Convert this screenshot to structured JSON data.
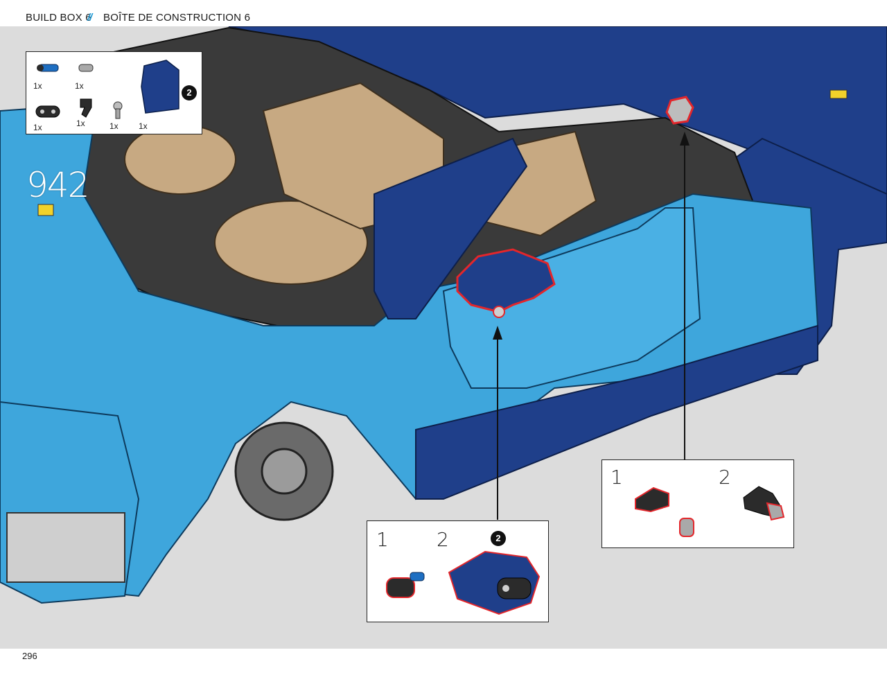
{
  "header": {
    "build_box_en": "BUILD BOX 6",
    "separator": "//",
    "build_box_fr": "BOÎTE DE CONSTRUCTION 6"
  },
  "step": {
    "number": "942"
  },
  "parts_list": {
    "items": [
      {
        "qty": "1x",
        "icon": "blue-axle-pin-icon"
      },
      {
        "qty": "1x",
        "icon": "gray-pin-icon"
      },
      {
        "qty": "1x",
        "icon": "black-liftarm-icon"
      },
      {
        "qty": "1x",
        "icon": "black-angle-connector-icon"
      },
      {
        "qty": "1x",
        "icon": "gray-ball-joint-icon"
      },
      {
        "qty": "1x",
        "icon": "dark-blue-panel-icon",
        "badge": "2"
      }
    ]
  },
  "callout_left": {
    "step1": "1",
    "step2": "2",
    "badge": "2"
  },
  "callout_right": {
    "step1": "1",
    "step2": "2"
  },
  "footer": {
    "page_number": "296"
  },
  "colors": {
    "light_blue": "#3ea6dc",
    "dark_blue": "#1f3f8a",
    "tan": "#c7a982",
    "highlight_red": "#e3262b",
    "background": "#dcdcdc"
  }
}
